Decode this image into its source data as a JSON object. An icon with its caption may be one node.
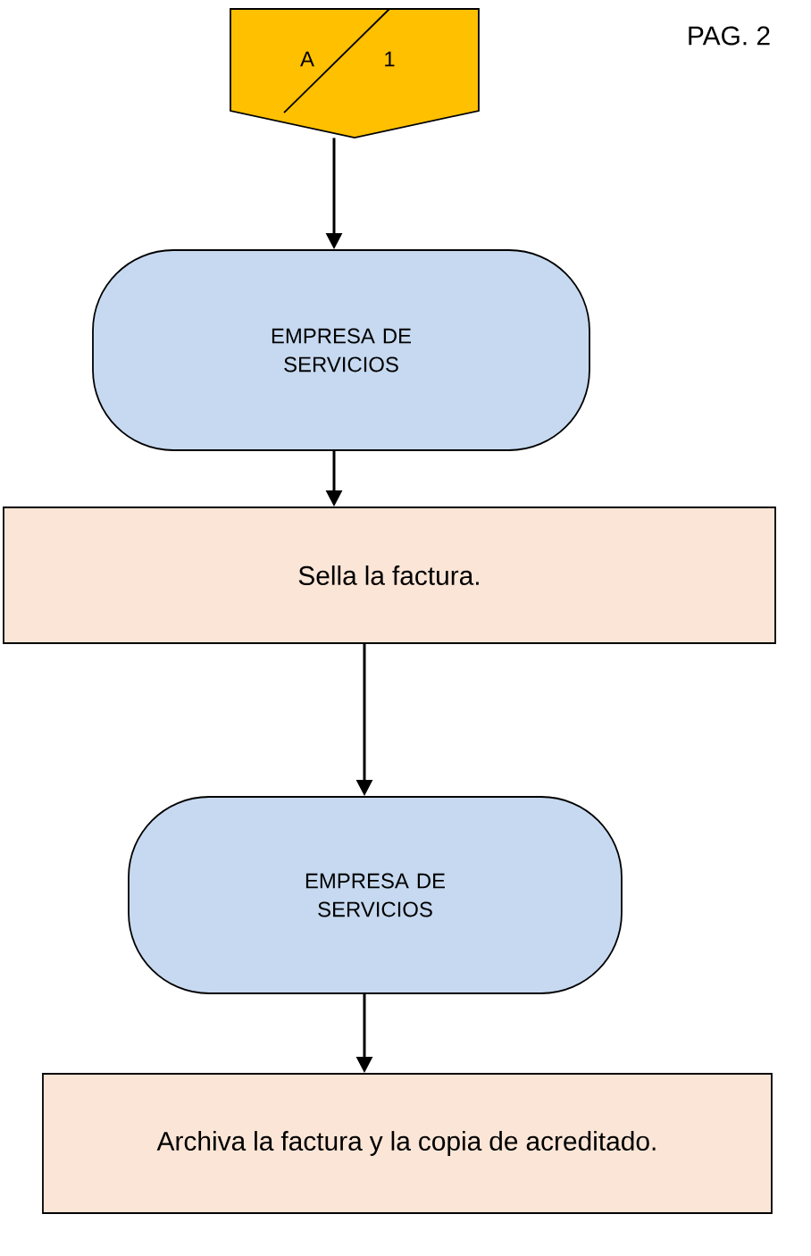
{
  "diagram": {
    "nodes": [
      {
        "text": [
          "A",
          "1"
        ]
      },
      {
        "text": [
          "EMPRESA DE SERVICIOS"
        ]
      },
      {
        "text": [
          "Sella la factura."
        ]
      },
      {
        "text": [
          "EMPRESA DE SERVICIOS"
        ]
      },
      {
        "text": [
          "Archiva la factura y la copia de acreditado."
        ]
      }
    ],
    "edges": [
      {
        "from": 0,
        "to": 1,
        "arrow": "to"
      },
      {
        "from": 1,
        "to": 2,
        "arrow": "to"
      },
      {
        "from": 2,
        "to": 3,
        "arrow": "to"
      },
      {
        "from": 3,
        "to": 4,
        "arrow": "to"
      }
    ],
    "labels": [
      "PAG. 2"
    ]
  }
}
